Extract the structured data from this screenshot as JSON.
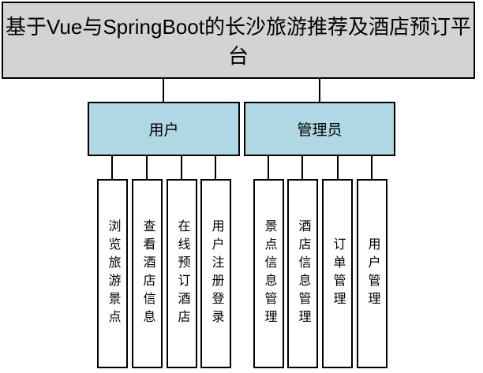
{
  "diagram": {
    "type": "hierarchy-tree",
    "title": "基于Vue与SpringBoot的长沙旅游推荐及酒店预订平台",
    "colors": {
      "root_background": "#d3d3d3",
      "branch_background": "#b0d7e4",
      "leaf_background": "#ffffff",
      "border": "#000000",
      "text": "#000000",
      "page_background": "#ffffff"
    },
    "branches": [
      {
        "label": "用户",
        "children": [
          "浏览旅游景点",
          "查看酒店信息",
          "在线预订酒店",
          "用户注册登录"
        ]
      },
      {
        "label": "管理员",
        "children": [
          "景点信息管理",
          "酒店信息管理",
          "订单管理",
          "用户管理"
        ]
      }
    ]
  }
}
